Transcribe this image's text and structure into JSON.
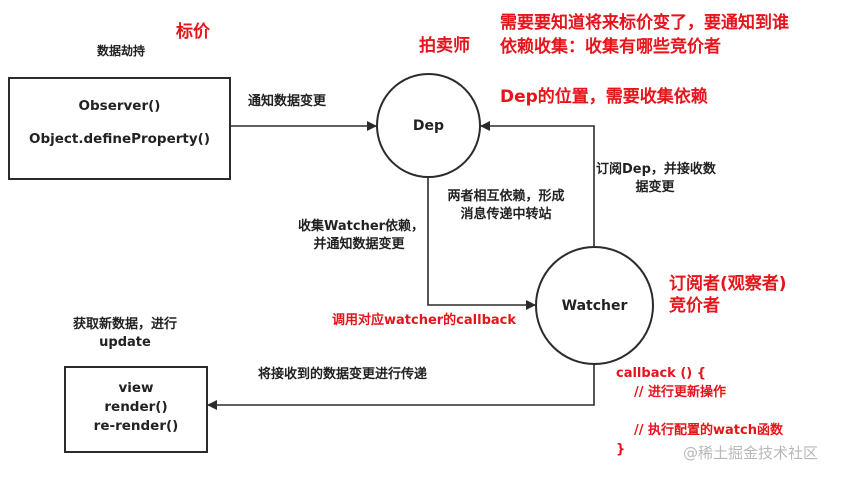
{
  "nodes": {
    "observer": {
      "line1": "Observer()",
      "line2": "Object.defineProperty()"
    },
    "dep": {
      "label": "Dep"
    },
    "watcher": {
      "label": "Watcher"
    },
    "view": {
      "line1": "view",
      "line2": "render()",
      "line3": "re-render()"
    }
  },
  "labels": {
    "data_hijack": "数据劫持",
    "notify_change": "通知数据变更",
    "collect_watcher_1": "收集Watcher依赖，",
    "collect_watcher_2": "并通知数据变更",
    "mutual_1": "两者相互依赖，形成",
    "mutual_2": "消息传递中转站",
    "subscribe_1": "订阅Dep，并接收数",
    "subscribe_2": "据变更",
    "fetch_1": "获取新数据，进行",
    "fetch_2": "update",
    "pass_on": "将接收到的数据变更进行传递"
  },
  "annotations": {
    "price_tag": "标价",
    "auctioneer": "拍卖师",
    "auction_note_1": "需要要知道将来标价变了，要通知到谁",
    "auction_note_2": "依赖收集：收集有哪些竞价者",
    "dep_note": "Dep的位置，需要收集依赖",
    "subscriber_1": "订阅者(观察者)",
    "subscriber_2": "竞价者",
    "call_callback": "调用对应watcher的callback",
    "cb_1": "callback () {",
    "cb_2": "// 进行更新操作",
    "cb_3": "// 执行配置的watch函数",
    "cb_4": "}"
  },
  "watermark": "@稀土掘金技术社区",
  "colors": {
    "annotation": "#e6141b",
    "stroke": "#2b2b2b",
    "text": "#222222",
    "watermark": "#b8b8b8"
  }
}
